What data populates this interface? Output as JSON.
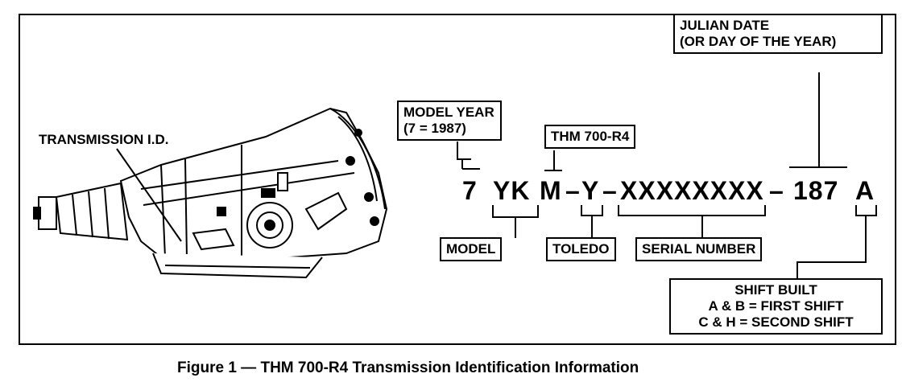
{
  "labels": {
    "transmission_id": "TRANSMISSION I.D.",
    "model_year_line1": "MODEL YEAR",
    "model_year_line2": "(7 = 1987)",
    "thm": "THM 700-R4",
    "julian_line1": "JULIAN DATE",
    "julian_line2": "(OR DAY OF THE YEAR)",
    "model": "MODEL",
    "toledo": "TOLEDO",
    "serial": "SERIAL NUMBER",
    "shift_title": "SHIFT BUILT",
    "shift_line1": "A & B  =  FIRST SHIFT",
    "shift_line2": "C & H  =  SECOND SHIFT"
  },
  "code": {
    "year": "7",
    "model": "YK",
    "plant": "M",
    "dash1": "–",
    "line": "Y",
    "dash2": "–",
    "serial": "XXXXXXXX",
    "dash3": "–",
    "julian": "187",
    "shift": "A"
  },
  "caption": "Figure 1  —  THM 700-R4 Transmission Identification Information"
}
